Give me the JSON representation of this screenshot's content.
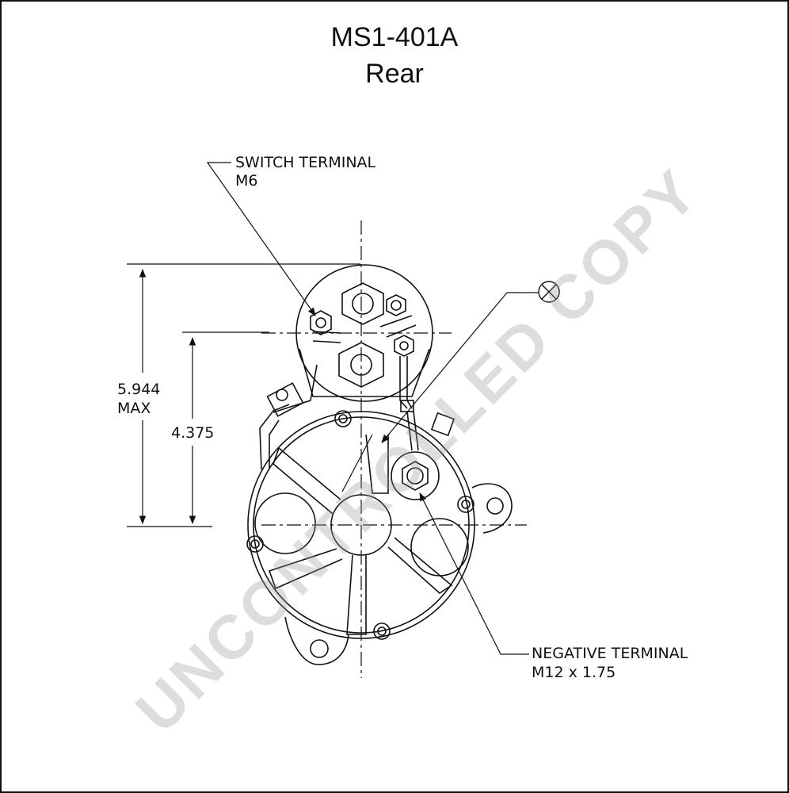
{
  "title": "MS1-401A",
  "subtitle": "Rear",
  "callouts": {
    "switch_terminal": {
      "name": "SWITCH TERMINAL",
      "size": "M6"
    },
    "negative_terminal": {
      "name": "NEGATIVE TERMINAL",
      "size": "M12 x 1.75"
    },
    "ground_symbol": "crossed-circle-icon"
  },
  "dimensions": {
    "overall_height": {
      "value": "5.944",
      "qualifier": "MAX"
    },
    "terminal_height": {
      "value": "4.375"
    }
  },
  "watermark": "UNCONTROLLED COPY",
  "colors": {
    "line": "#111111",
    "watermark": "#969696"
  }
}
